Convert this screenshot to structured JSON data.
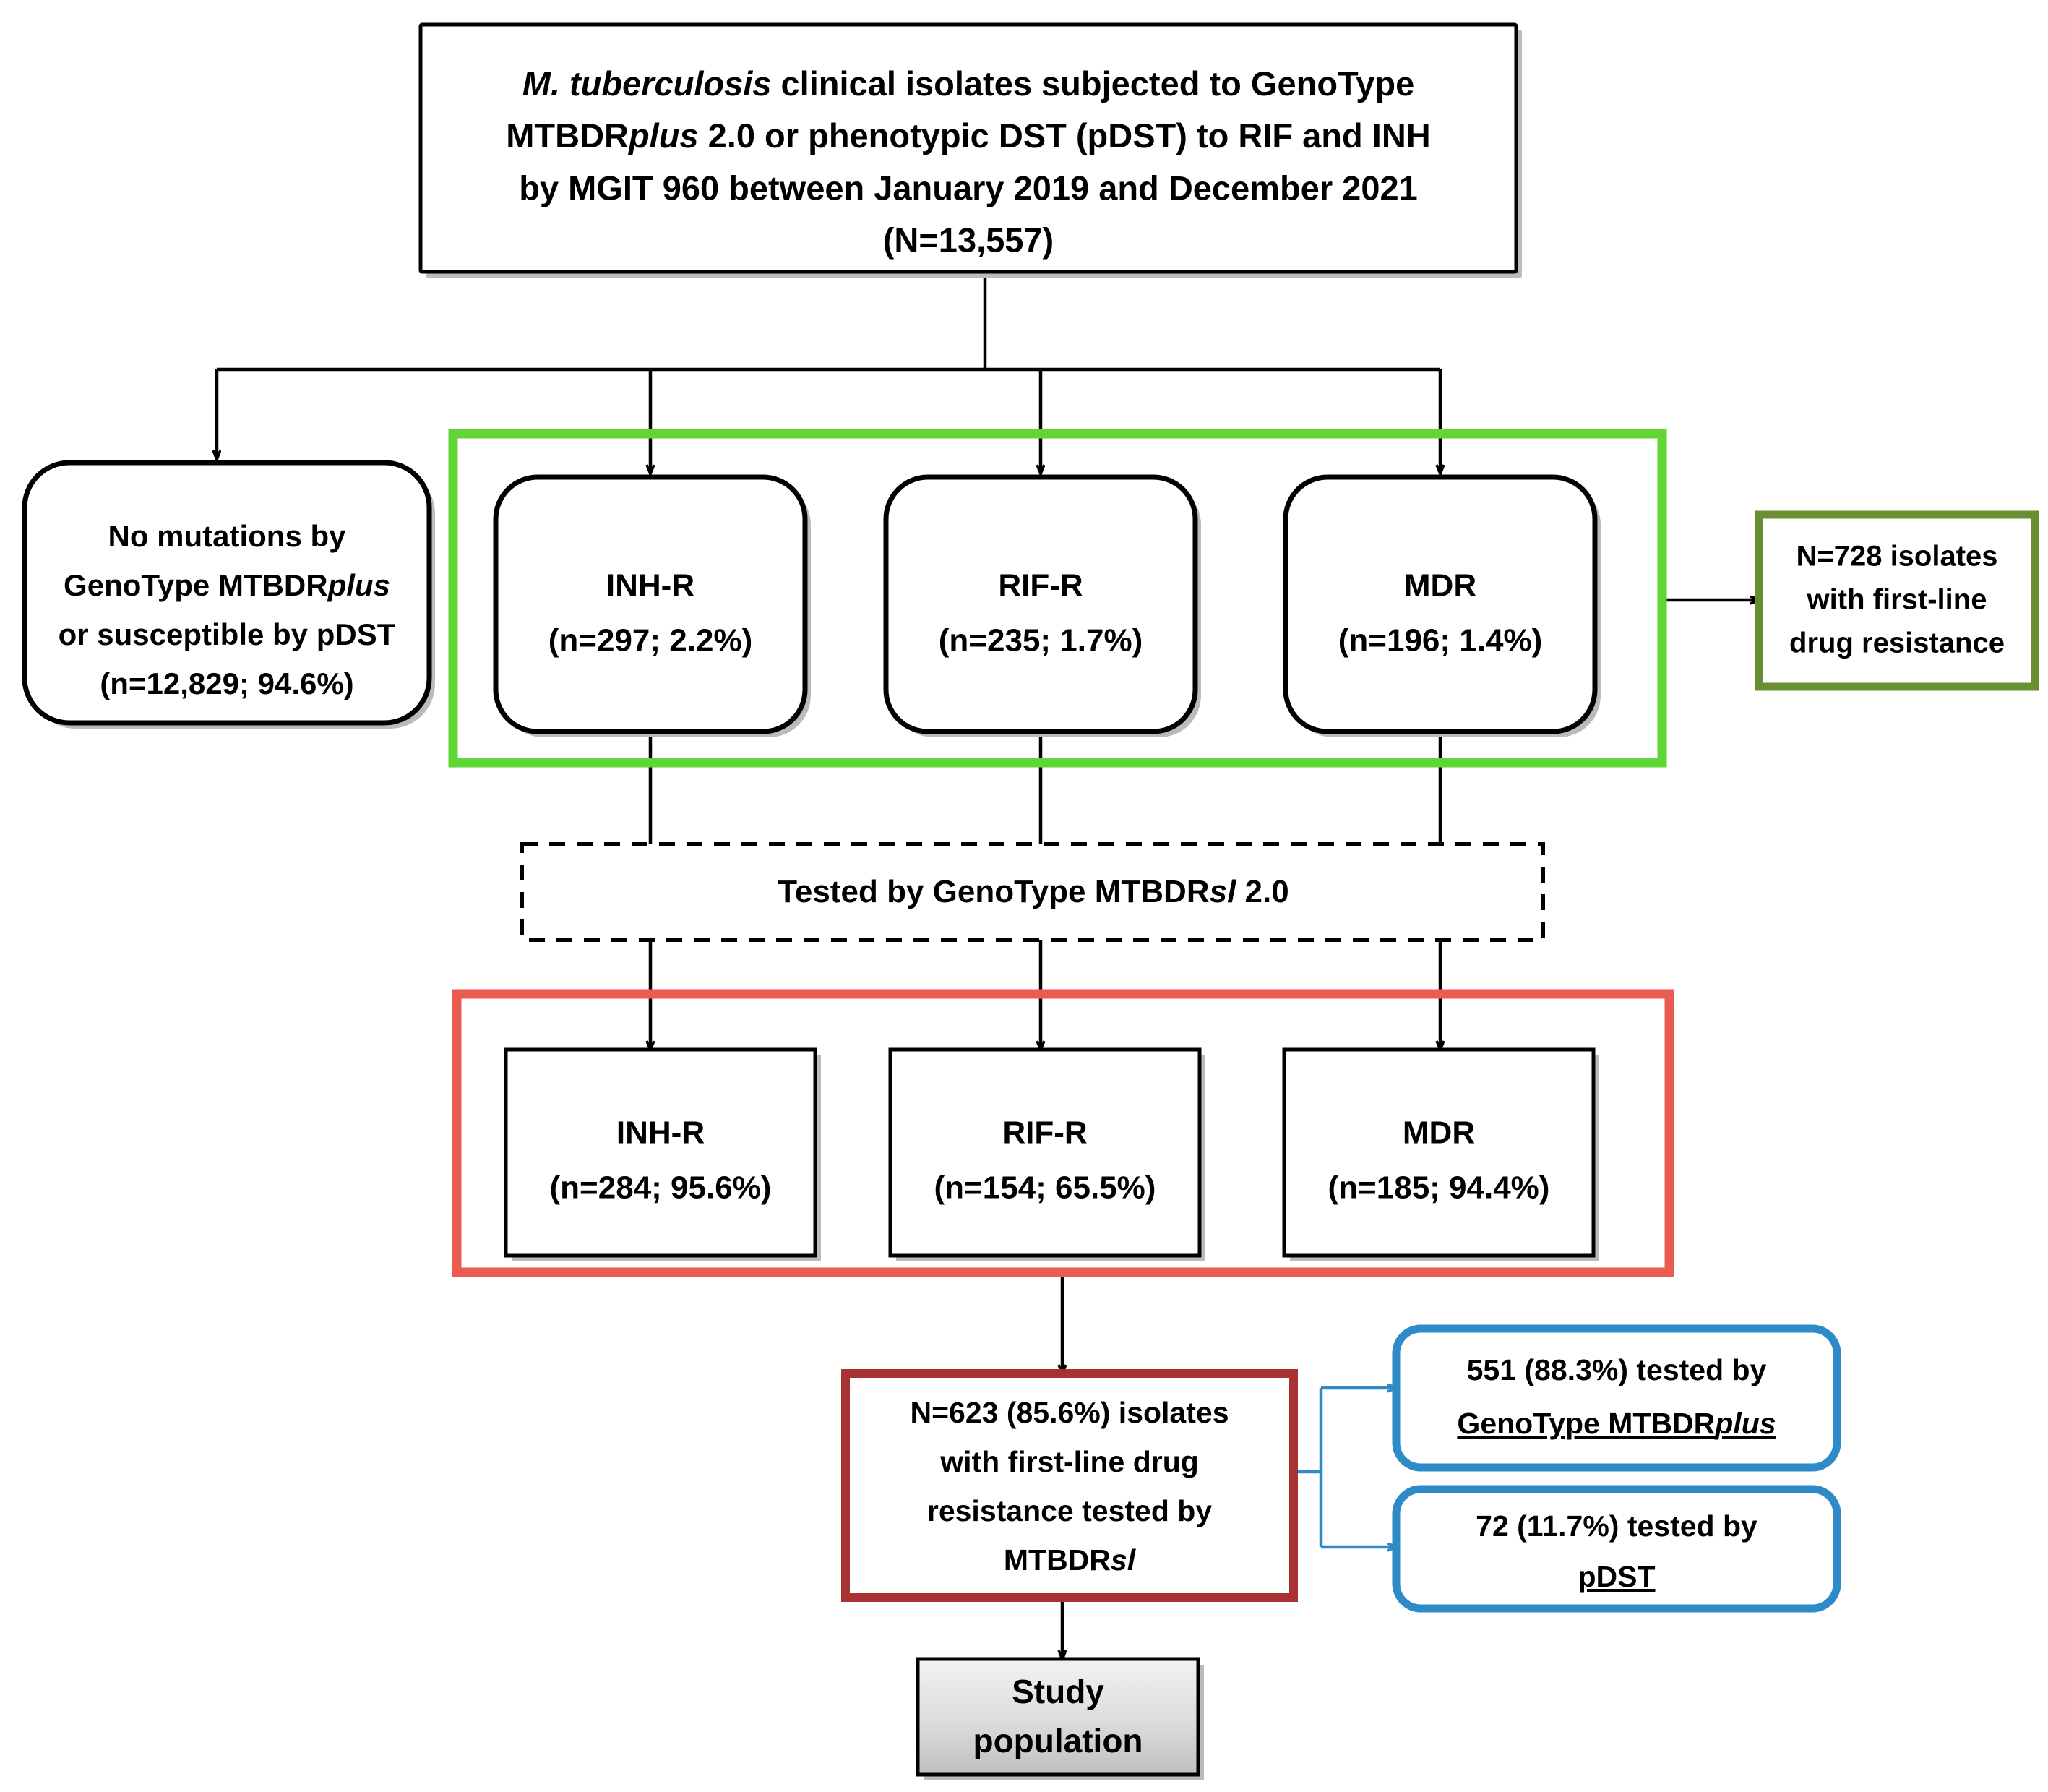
{
  "figure": {
    "type": "flowchart",
    "title": "Study population selection flowchart",
    "colors": {
      "green_group": "#5FD635",
      "olive_box": "#6A8F33",
      "red_group": "#EA5B52",
      "dark_red_box": "#A83232",
      "blue_box": "#2E8BC8",
      "black": "#000000",
      "gray_fill": "#D4D4D4"
    }
  },
  "nodes": {
    "root": {
      "id": "root-box",
      "lines": [
        {
          "segments": [
            {
              "text": "M. tuberculosis ",
              "style": "italic"
            },
            {
              "text": "clinical isolates subjected to GenoType",
              "style": "normal"
            }
          ]
        },
        {
          "segments": [
            {
              "text": "MTBDR",
              "style": "normal"
            },
            {
              "text": "plus",
              "style": "italic"
            },
            {
              "text": " 2.0 or phenotypic DST (pDST) to RIF and INH",
              "style": "normal"
            }
          ]
        },
        {
          "segments": [
            {
              "text": "by MGIT 960 between January 2019 and December 2021",
              "style": "normal"
            }
          ]
        },
        {
          "segments": [
            {
              "text": "(N=13,557)",
              "style": "normal"
            }
          ]
        }
      ],
      "plain_text": "M. tuberculosis clinical isolates subjected to GenoType MTBDRplus 2.0 or phenotypic DST (pDST) to RIF and INH by MGIT 960 between January 2019 and December 2021 (N=13,557)",
      "n": 13557
    },
    "no_mutations": {
      "id": "no-mutations-box",
      "lines": [
        {
          "segments": [
            {
              "text": "No mutations by",
              "style": "normal"
            }
          ]
        },
        {
          "segments": [
            {
              "text": "GenoType MTBDR",
              "style": "normal"
            },
            {
              "text": "plus",
              "style": "italic"
            }
          ]
        },
        {
          "segments": [
            {
              "text": "or susceptible by pDST",
              "style": "normal"
            }
          ]
        },
        {
          "segments": [
            {
              "text": "(n=12,829; 94.6%)",
              "style": "normal"
            }
          ]
        }
      ],
      "plain_text": "No mutations by GenoType MTBDRplus or susceptible by pDST (n=12,829; 94.6%)",
      "n": 12829,
      "percent": 94.6
    },
    "first_line": [
      {
        "id": "inh-r-first-line-box",
        "label": "INH-R",
        "count_text": "(n=297; 2.2%)",
        "n": 297,
        "percent": 2.2
      },
      {
        "id": "rif-r-first-line-box",
        "label": "RIF-R",
        "count_text": "(n=235; 1.7%)",
        "n": 235,
        "percent": 1.7
      },
      {
        "id": "mdr-first-line-box",
        "label": "MDR",
        "count_text": "(n=196; 1.4%)",
        "n": 196,
        "percent": 1.4
      }
    ],
    "olive_summary": {
      "id": "first-line-resistance-summary-box",
      "lines": [
        "N=728 isolates",
        "with first-line",
        "drug resistance"
      ],
      "plain_text": "N=728 isolates with first-line drug resistance",
      "n": 728
    },
    "dashed_step": {
      "id": "tested-by-mtbdrsl-band",
      "segments": [
        {
          "text": "Tested by GenoType MTBDR",
          "style": "normal"
        },
        {
          "text": "sl",
          "style": "italic"
        },
        {
          "text": " 2.0",
          "style": "normal"
        }
      ],
      "plain_text": "Tested by GenoType MTBDRsl 2.0"
    },
    "second_line": [
      {
        "id": "inh-r-mtbdrsl-box",
        "label": "INH-R",
        "count_text": "(n=284; 95.6%)",
        "n": 284,
        "percent": 95.6
      },
      {
        "id": "rif-r-mtbdrsl-box",
        "label": "RIF-R",
        "count_text": "(n=154; 65.5%)",
        "n": 154,
        "percent": 65.5
      },
      {
        "id": "mdr-mtbdrsl-box",
        "label": "MDR",
        "count_text": "(n=185; 94.4%)",
        "n": 185,
        "percent": 94.4
      }
    ],
    "tested_summary": {
      "id": "tested-by-mtbdrsl-summary-box",
      "lines": [
        {
          "segments": [
            {
              "text": "N=623 (85.6%) isolates",
              "style": "normal"
            }
          ]
        },
        {
          "segments": [
            {
              "text": "with first-line drug",
              "style": "normal"
            }
          ]
        },
        {
          "segments": [
            {
              "text": "resistance tested by",
              "style": "normal"
            }
          ]
        },
        {
          "segments": [
            {
              "text": "MTBDR",
              "style": "normal"
            },
            {
              "text": "sl",
              "style": "italic"
            }
          ]
        }
      ],
      "plain_text": "N=623 (85.6%) isolates with first-line drug resistance tested by MTBDRsl",
      "n": 623,
      "percent": 85.6
    },
    "method_split": [
      {
        "id": "tested-by-genotype-mtbdrplus-box",
        "lines": [
          {
            "segments": [
              {
                "text": "551 (88.3%) tested by",
                "style": "normal"
              }
            ]
          },
          {
            "segments": [
              {
                "text": "GenoType MTBDR",
                "style": "underline"
              },
              {
                "text": "plus",
                "style": "italic-underline"
              }
            ]
          }
        ],
        "plain_text": "551 (88.3%) tested by GenoType MTBDRplus",
        "n": 551,
        "percent": 88.3
      },
      {
        "id": "tested-by-pdst-box",
        "lines": [
          {
            "segments": [
              {
                "text": "72 (11.7%) tested by",
                "style": "normal"
              }
            ]
          },
          {
            "segments": [
              {
                "text": "pDST",
                "style": "underline"
              }
            ]
          }
        ],
        "plain_text": "72 (11.7%) tested by pDST",
        "n": 72,
        "percent": 11.7
      }
    ],
    "study_population": {
      "id": "study-population-box",
      "lines": [
        "Study",
        "population"
      ],
      "plain_text": "Study population"
    }
  }
}
